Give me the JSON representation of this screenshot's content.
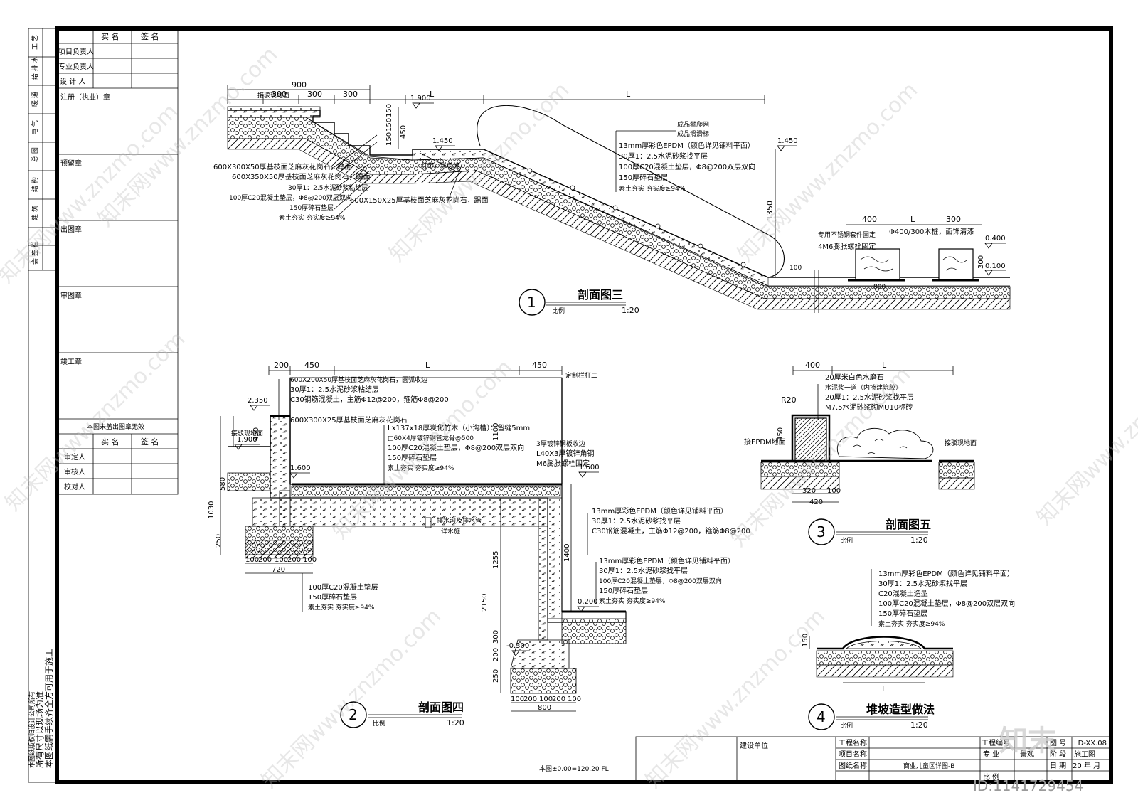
{
  "title_block_left": {
    "header": {
      "name": "实 名",
      "sign": "签 名"
    },
    "rows": [
      "项目负责人",
      "专业负责人",
      "设 计 人"
    ],
    "seals": [
      "注册（执业）章",
      "预留章",
      "出图章",
      "审图章",
      "竣工章"
    ],
    "seal_note": "本图未盖出图章无效",
    "header2": {
      "name": "实 名",
      "sign": "签 名"
    },
    "rows2": [
      "审定人",
      "审核人",
      "校对人"
    ],
    "side_tabs": [
      "工 艺",
      "给 排 水",
      "暖 通",
      "电 气",
      "总 图",
      "结 构",
      "建 筑",
      "专 业 负 责 人",
      "会 签 栏"
    ],
    "vertical_notes": [
      "本图纸版权归设计公司所有",
      "所有尺寸以现场为准",
      "本图纸需手续齐全方可用于施工"
    ]
  },
  "section1": {
    "number": "1",
    "title": "剖面图三",
    "scale_label": "比例",
    "scale": "1:20",
    "dims_top": [
      "900",
      "300",
      "300",
      "300",
      "L",
      "L"
    ],
    "levels": [
      "1.900",
      "1.450",
      "1.450",
      "0.400",
      "0.100"
    ],
    "dims_vert": [
      "150",
      "150",
      "150",
      "450",
      "1350",
      "300"
    ],
    "dims_right": [
      "400",
      "L",
      "300"
    ],
    "labels_left": [
      "接驳现地面",
      "600X300X50厚基枝面芝麻灰花岗石，踏面",
      "600X350X50厚基枝面芝麻灰花岗石，踢面",
      "30厚1：2.5水泥砂浆粘结层",
      "100厚C20混凝土垫层，Φ8@200双层双向",
      "150厚碎石垫层",
      "素土夯实 夯实度≥94%",
      "600X150X25厚基枝面芝麻灰花岗石，踢面",
      "灯带，详电施"
    ],
    "labels_right": [
      "成品攀爬网",
      "成品滑滑梯",
      "13mm厚彩色EPDM（颜色详见铺料平面）",
      "30厚1：2.5水泥砂浆找平层",
      "100厚C20混凝土垫层，Φ8@200双层双向",
      "150厚碎石垫层",
      "素土夯实 夯实度≥94%"
    ],
    "labels_wood": [
      "专用不锈钢套件固定",
      "4M6膨胀螺栓固定",
      "Φ400/300木桩，面饰清漆",
      "100",
      "800"
    ]
  },
  "section2": {
    "number": "2",
    "title": "剖面图四",
    "scale_label": "比例",
    "scale": "1:20",
    "dims_top": [
      "200",
      "450",
      "L",
      "450"
    ],
    "levels": [
      "2.350",
      "1.900",
      "1.600",
      "1.600",
      "0.200",
      "-0.300"
    ],
    "dims_left": [
      "450",
      "580",
      "1030",
      "250",
      "1100"
    ],
    "dims_right": [
      "1400",
      "1255",
      "2150",
      "300",
      "200",
      "250"
    ],
    "dims_bottom_left": [
      "100",
      "200",
      "100",
      "200",
      "100",
      "720"
    ],
    "dims_bottom_right": [
      "100",
      "200",
      "100",
      "200",
      "100",
      "800"
    ],
    "labels_top": [
      "600X200X50厚基枝面芝麻灰花岗石，圆弧收边",
      "30厚1：2.5水泥砂浆粘结层",
      "C30钢筋混凝土，主筋Φ12@200，箍筋Φ8@200",
      "600X300X25厚基枝面芝麻灰花岗石",
      "定制栏杆二",
      "接驳现地面"
    ],
    "labels_mid": [
      "Lx137x18厚炭化竹木（小沟槽）：留缝5mm",
      "□60X4厚镀锌钢管龙骨@500",
      "100厚C20混凝土垫层，Φ8@200双层双向",
      "150厚碎石垫层",
      "素土夯实 夯实度≥94%",
      "3厚镀锌钢板收边",
      "L40X3厚镀锌角钢",
      "M6膨胀螺栓固定",
      "排水沟及排水管",
      "详水施"
    ],
    "labels_right": [
      "13mm厚彩色EPDM（颜色详见铺料平面）",
      "30厚1：2.5水泥砂浆找平层",
      "C30钢筋混凝土，主筋Φ12@200，箍筋Φ8@200",
      "13mm厚彩色EPDM（颜色详见铺料平面）",
      "30厚1：2.5水泥砂浆找平层",
      "100厚C20混凝土垫层，Φ8@200双层双向",
      "150厚碎石垫层",
      "素土夯实 夯实度≥94%"
    ],
    "labels_bottom": [
      "100厚C20混凝土垫层",
      "150厚碎石垫层",
      "素土夯实 夯实度≥94%"
    ]
  },
  "section3": {
    "number": "3",
    "title": "剖面图五",
    "scale_label": "比例",
    "scale": "1:20",
    "dims": [
      "400",
      "L",
      "R20",
      "450",
      "320",
      "100",
      "420"
    ],
    "labels": [
      "20厚米白色水磨石",
      "水泥浆一道（内掺建筑胶）",
      "20厚1：2.5水泥砂浆找平层",
      "M7.5水泥砂浆砌MU10标砖",
      "接EPDM地面",
      "接驳现地面"
    ]
  },
  "section4": {
    "number": "4",
    "title": "堆坡造型做法",
    "scale_label": "比例",
    "scale": "1:20",
    "dims": [
      "150",
      "L"
    ],
    "labels": [
      "13mm厚彩色EPDM（颜色详见铺料平面）",
      "30厚1：2.5水泥砂浆找平层",
      "C20混凝土造型",
      "100厚C20混凝土垫层，Φ8@200双层双向",
      "150厚碎石垫层",
      "素土夯实 夯实度≥94%"
    ]
  },
  "elevation_note": "本图±0.00=120.20 FL",
  "title_block_bottom": {
    "builder": "建设单位",
    "project_name": "工程名称",
    "item_name": "项目名称",
    "drawing_name": "图纸名称",
    "drawing_name_value": "商业儿童区详图-B",
    "project_no": "工程编号",
    "specialty": "专 业",
    "specialty_value": "景观",
    "scale": "比 例",
    "drawing_no": "图 号",
    "drawing_no_value": "LD-XX.08",
    "stage": "阶 段",
    "stage_value": "施工图",
    "date_label": "日 期",
    "date_value": "20  年  月"
  },
  "watermarks": {
    "site": "知末网www.znzmo.com",
    "brand": "知末",
    "id": "ID:1141729454"
  },
  "colors": {
    "line": "#000000",
    "paper": "#ffffff",
    "watermark": "#bdbdbd"
  }
}
